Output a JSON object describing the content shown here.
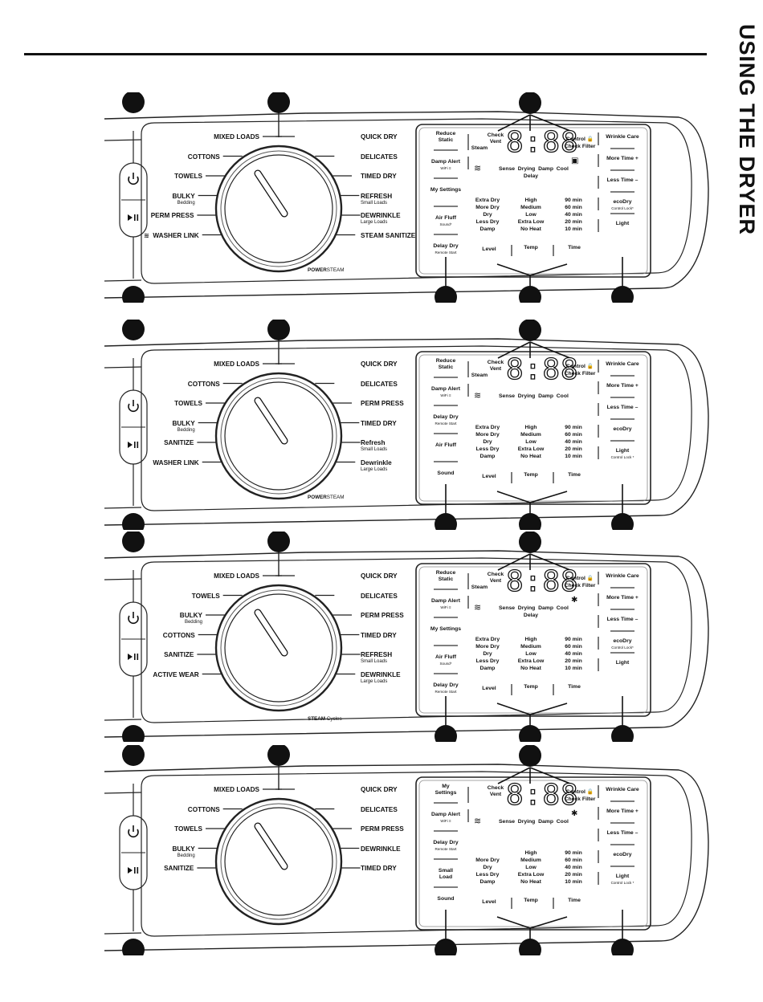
{
  "side_title": "USING THE DRYER",
  "panels": [
    {
      "left_labels": [
        {
          "text": "MIXED LOADS"
        },
        {
          "text": "COTTONS"
        },
        {
          "text": "TOWELS"
        },
        {
          "text": "BULKY",
          "sub": "Bedding"
        },
        {
          "text": "PERM PRESS"
        },
        {
          "text": "WASHER LINK",
          "wifi": true
        }
      ],
      "right_labels": [
        {
          "text": "QUICK DRY"
        },
        {
          "text": "DELICATES"
        },
        {
          "text": "TIMED DRY"
        },
        {
          "text": "REFRESH",
          "sub": "Small Loads"
        },
        {
          "text": "DEWRINKLE",
          "sub": "Large Loads"
        },
        {
          "text": "STEAM SANITIZE"
        }
      ],
      "power_text": {
        "bold": "POWER",
        "rest": "STEAM"
      },
      "left_buttons": [
        {
          "text": "Reduce\nStatic"
        },
        {
          "text": "Damp Alert",
          "sub": "WiFi ≡"
        },
        {
          "text": "My Settings"
        },
        {
          "text": "Air Fluff",
          "sub": "Sound*"
        },
        {
          "text": "Delay Dry",
          "sub": "Remote Start"
        }
      ],
      "right_buttons": [
        {
          "text": "Wrinkle Care"
        },
        {
          "text": "More Time +"
        },
        {
          "text": "Less Time –"
        },
        {
          "text": "ecoDry",
          "sub": "Control Lock*"
        },
        {
          "text": "Light"
        }
      ],
      "bottom_buttons": [
        "Level",
        "Temp",
        "Time"
      ],
      "display": {
        "check_vent": "Check\nVent",
        "steam": "Steam",
        "digits": "8:88",
        "control": "Control 🔒",
        "check_filter": "Check Filter",
        "status": "Sense  Drying  Damp  Cool",
        "delay": "Delay",
        "side_icon": "▣"
      },
      "level_opts": [
        "Extra Dry",
        "More Dry",
        "Dry",
        "Less Dry",
        "Damp"
      ],
      "temp_opts": [
        "High",
        "Medium",
        "Low",
        "Extra Low",
        "No Heat"
      ],
      "time_opts": [
        "90 min",
        "60 min",
        "40 min",
        "20 min",
        "10 min"
      ]
    },
    {
      "left_labels": [
        {
          "text": "MIXED LOADS"
        },
        {
          "text": "COTTONS"
        },
        {
          "text": "TOWELS"
        },
        {
          "text": "BULKY",
          "sub": "Bedding"
        },
        {
          "text": "SANITIZE"
        },
        {
          "text": "WASHER LINK"
        }
      ],
      "right_labels": [
        {
          "text": "QUICK DRY"
        },
        {
          "text": "DELICATES"
        },
        {
          "text": "PERM PRESS"
        },
        {
          "text": "TIMED DRY"
        },
        {
          "text": "Refresh",
          "sub": "Small Loads"
        },
        {
          "text": "Dewrinkle",
          "sub": "Large Loads"
        }
      ],
      "power_text": {
        "bold": "POWER",
        "rest": "STEAM"
      },
      "left_buttons": [
        {
          "text": "Reduce\nStatic"
        },
        {
          "text": "Damp Alert",
          "sub": "WiFi ≡"
        },
        {
          "text": "Delay Dry",
          "sub": "Remote Start"
        },
        {
          "text": "Air Fluff"
        },
        {
          "text": "Sound"
        }
      ],
      "right_buttons": [
        {
          "text": "Wrinkle Care"
        },
        {
          "text": "More Time +"
        },
        {
          "text": "Less Time –"
        },
        {
          "text": "ecoDry"
        },
        {
          "text": "Light",
          "sub": "Control Lock *"
        }
      ],
      "bottom_buttons": [
        "Level",
        "Temp",
        "Time"
      ],
      "display": {
        "check_vent": "Check\nVent",
        "steam": "Steam",
        "digits": "8:88",
        "control": "Control 🔒",
        "check_filter": "Check Filter",
        "status": "Sense  Drying  Damp  Cool",
        "delay": "",
        "side_icon": ""
      },
      "level_opts": [
        "Extra Dry",
        "More Dry",
        "Dry",
        "Less Dry",
        "Damp"
      ],
      "temp_opts": [
        "High",
        "Medium",
        "Low",
        "Extra Low",
        "No Heat"
      ],
      "time_opts": [
        "90 min",
        "60 min",
        "40 min",
        "20 min",
        "10 min"
      ]
    },
    {
      "left_labels": [
        {
          "text": "MIXED LOADS"
        },
        {
          "text": "TOWELS"
        },
        {
          "text": "BULKY",
          "sub": "Bedding"
        },
        {
          "text": "COTTONS"
        },
        {
          "text": "SANITIZE"
        },
        {
          "text": "ACTIVE WEAR"
        }
      ],
      "right_labels": [
        {
          "text": "QUICK DRY"
        },
        {
          "text": "DELICATES"
        },
        {
          "text": "PERM PRESS"
        },
        {
          "text": "TIMED DRY"
        },
        {
          "text": "REFRESH",
          "sub": "Small Loads"
        },
        {
          "text": "DEWRINKLE",
          "sub": "Large Loads"
        }
      ],
      "power_text": {
        "bold": "STEAM",
        "rest": " Cycles"
      },
      "left_buttons": [
        {
          "text": "Reduce\nStatic"
        },
        {
          "text": "Damp Alert",
          "sub": "WiFi ≡"
        },
        {
          "text": "My Settings"
        },
        {
          "text": "Air Fluff",
          "sub": "Sound*"
        },
        {
          "text": "Delay Dry",
          "sub": "Remote Start"
        }
      ],
      "right_buttons": [
        {
          "text": "Wrinkle Care"
        },
        {
          "text": "More Time +"
        },
        {
          "text": "Less Time –"
        },
        {
          "text": "ecoDry",
          "sub": "Control Lock*"
        },
        {
          "text": "Light"
        }
      ],
      "bottom_buttons": [
        "Level",
        "Temp",
        "Time"
      ],
      "display": {
        "check_vent": "Check\nVent",
        "steam": "Steam",
        "digits": "8:88",
        "control": "Control 🔒",
        "check_filter": "Check Filter",
        "status": "Sense  Drying  Damp  Cool",
        "delay": "Delay",
        "side_icon": "✱"
      },
      "level_opts": [
        "Extra Dry",
        "More Dry",
        "Dry",
        "Less Dry",
        "Damp"
      ],
      "temp_opts": [
        "High",
        "Medium",
        "Low",
        "Extra Low",
        "No Heat"
      ],
      "time_opts": [
        "90 min",
        "60 min",
        "40 min",
        "20 min",
        "10 min"
      ]
    },
    {
      "left_labels": [
        {
          "text": "MIXED LOADS"
        },
        {
          "text": "COTTONS"
        },
        {
          "text": "TOWELS"
        },
        {
          "text": "BULKY",
          "sub": "Bedding"
        },
        {
          "text": "SANITIZE"
        }
      ],
      "right_labels": [
        {
          "text": "QUICK DRY"
        },
        {
          "text": "DELICATES"
        },
        {
          "text": "PERM PRESS"
        },
        {
          "text": "DEWRINKLE"
        },
        {
          "text": "TIMED DRY"
        }
      ],
      "power_text": {
        "bold": "",
        "rest": ""
      },
      "left_buttons": [
        {
          "text": "My\nSettings"
        },
        {
          "text": "Damp Alert",
          "sub": "WiFi ≡"
        },
        {
          "text": "Delay Dry",
          "sub": "Remote Start"
        },
        {
          "text": "Small\nLoad"
        },
        {
          "text": "Sound"
        }
      ],
      "right_buttons": [
        {
          "text": "Wrinkle Care"
        },
        {
          "text": "More Time +"
        },
        {
          "text": "Less Time –"
        },
        {
          "text": "ecoDry"
        },
        {
          "text": "Light",
          "sub": "Control Lock *"
        }
      ],
      "bottom_buttons": [
        "Level",
        "Temp",
        "Time"
      ],
      "display": {
        "check_vent": "Check\nVent",
        "steam": "",
        "digits": "8:88",
        "control": "Control 🔒",
        "check_filter": "Check Filter",
        "status": "Sense  Drying  Damp  Cool",
        "delay": "",
        "side_icon": "✱"
      },
      "level_opts": [
        "",
        "More Dry",
        "Dry",
        "Less Dry",
        "Damp"
      ],
      "temp_opts": [
        "High",
        "Medium",
        "Low",
        "Extra Low",
        "No Heat"
      ],
      "time_opts": [
        "90 min",
        "60 min",
        "40 min",
        "20 min",
        "10 min"
      ]
    }
  ]
}
